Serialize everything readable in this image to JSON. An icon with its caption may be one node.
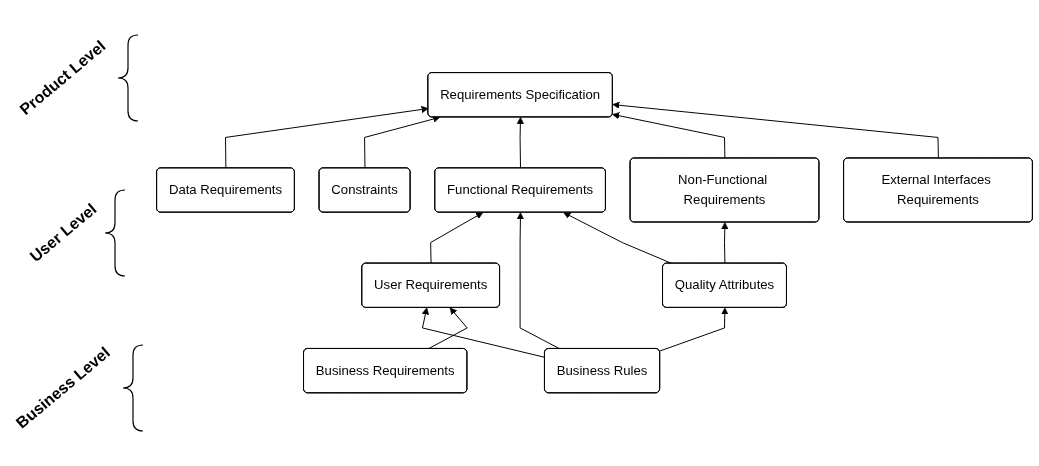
{
  "diagram": {
    "nodes": [
      {
        "text": [
          "Requirements Specification"
        ]
      },
      {
        "text": [
          "Data Requirements"
        ]
      },
      {
        "text": [
          "Constraints"
        ]
      },
      {
        "text": [
          "Functional Requirements"
        ]
      },
      {
        "text": [
          "Non-Functional Requirements"
        ]
      },
      {
        "text": [
          "External Interfaces Requirements"
        ]
      },
      {
        "text": [
          "User Requirements"
        ]
      },
      {
        "text": [
          "Business Rules"
        ]
      },
      {
        "text": [
          "Quality Attributes"
        ]
      },
      {
        "text": [
          "Business Requirements"
        ]
      }
    ],
    "edges": [
      {
        "from": 1,
        "to": 0,
        "arrow": "to"
      },
      {
        "from": 2,
        "to": 0,
        "arrow": "to"
      },
      {
        "from": 3,
        "to": 0,
        "arrow": "to"
      },
      {
        "from": 4,
        "to": 0,
        "arrow": "to"
      },
      {
        "from": 5,
        "to": 0,
        "arrow": "to"
      },
      {
        "from": 6,
        "to": 3,
        "arrow": "to"
      },
      {
        "from": 7,
        "to": 3,
        "arrow": "to"
      },
      {
        "from": 8,
        "to": 3,
        "arrow": "to"
      },
      {
        "from": 8,
        "to": 4,
        "arrow": "to"
      },
      {
        "from": 7,
        "to": 6,
        "arrow": "to"
      },
      {
        "from": 7,
        "to": 8,
        "arrow": "to"
      },
      {
        "from": 9,
        "to": 6,
        "arrow": "to"
      }
    ],
    "labels": [
      "Product Level",
      "User Level",
      "Business Level"
    ]
  }
}
